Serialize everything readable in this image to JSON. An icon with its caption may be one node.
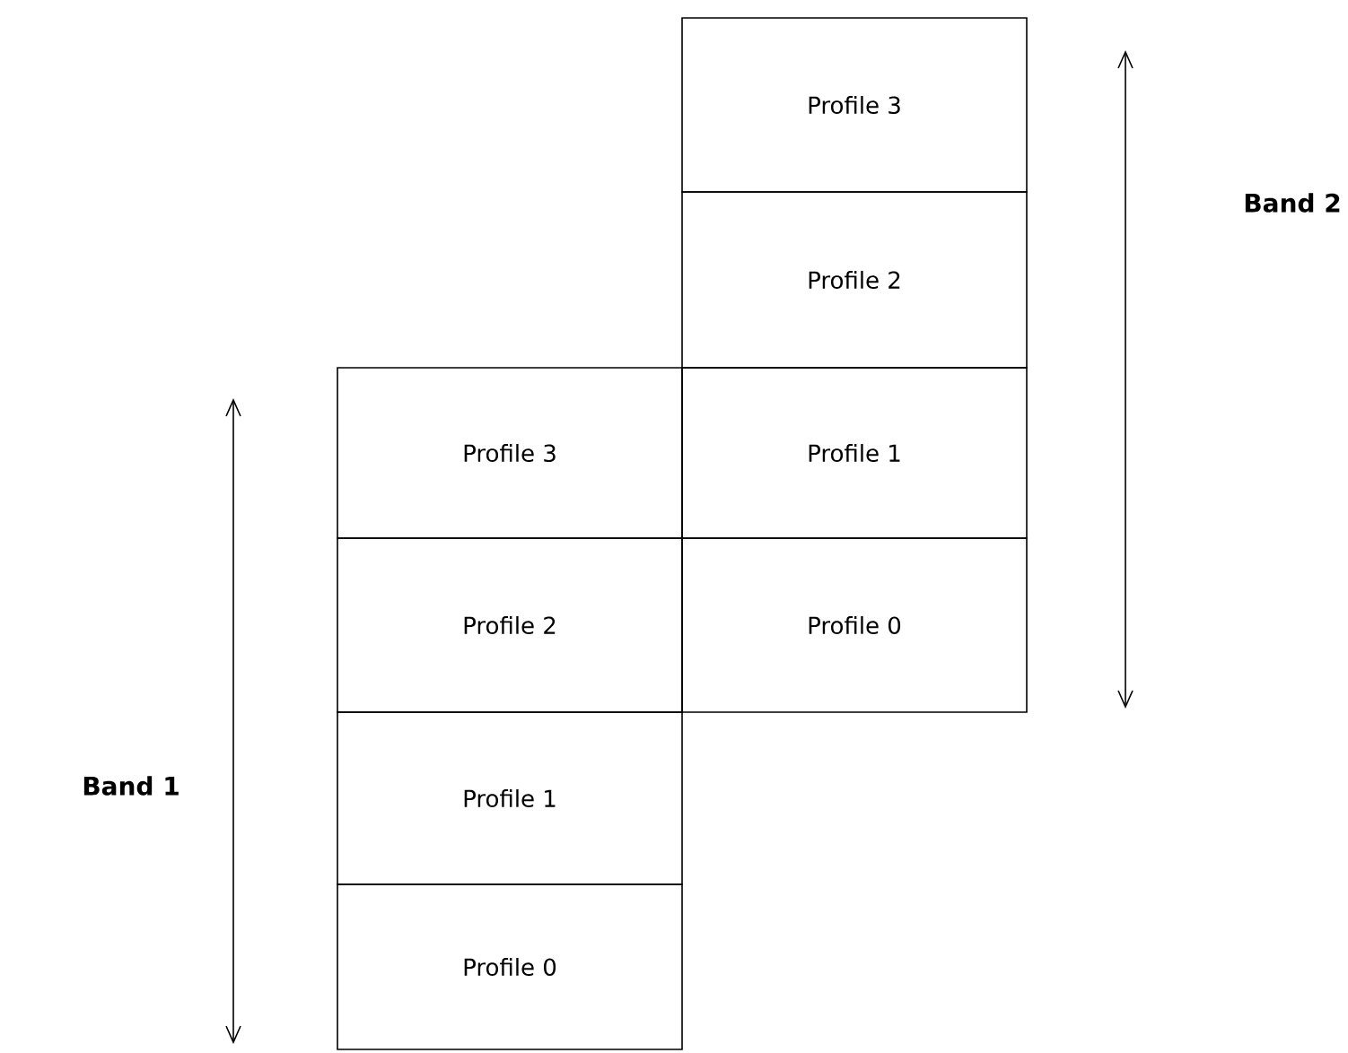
{
  "diagram": {
    "nodes": [
      {
        "text": [
          "Profile 3"
        ]
      },
      {
        "text": [
          "Profile 2"
        ]
      },
      {
        "text": [
          "Profile 3"
        ]
      },
      {
        "text": [
          "Profile 1"
        ]
      },
      {
        "text": [
          "Profile 2"
        ]
      },
      {
        "text": [
          "Profile 0"
        ]
      },
      {
        "text": [
          "Profile 1"
        ]
      },
      {
        "text": [
          "Profile 0"
        ]
      }
    ],
    "labels": [
      "Band 2",
      "Band 1"
    ]
  }
}
